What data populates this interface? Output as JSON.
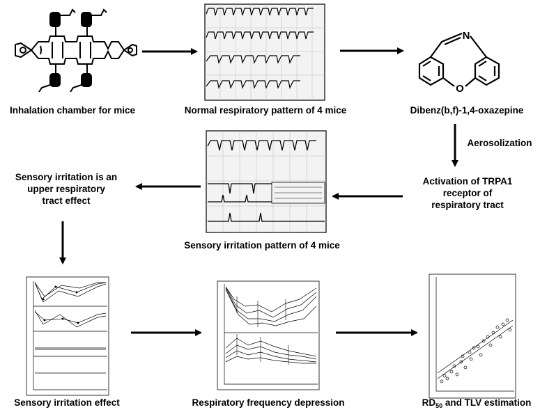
{
  "labels": {
    "inhalation_chamber": "Inhalation chamber for mice",
    "normal_pattern": "Normal respiratory pattern of 4 mice",
    "compound": "Dibenz(b,f)-1,4-oxazepine",
    "aerosolization": "Aerosolization",
    "trpa1_line1": "Activation of TRPA1",
    "trpa1_line2": "receptor of",
    "trpa1_line3": "respiratory tract",
    "sensory_upper_line1": "Sensory irritation is an",
    "sensory_upper_line2": "upper respiratory",
    "sensory_upper_line3": "tract effect",
    "sensory_pattern": "Sensory irritation pattern of 4 mice",
    "sensory_effect": "Sensory irritation effect",
    "resp_depression": "Respiratory frequency depression",
    "rd50_main": "RD",
    "rd50_sub": "50",
    "rd50_rest": " and TLV estimation"
  },
  "structure_atoms": {
    "nitrogen": "N",
    "oxygen": "O"
  },
  "icons": [
    "inhalation-chamber-icon",
    "respiratory-trace-icon",
    "molecule-structure-icon",
    "line-chart-icon",
    "scatter-plot-icon",
    "arrow-icon"
  ]
}
